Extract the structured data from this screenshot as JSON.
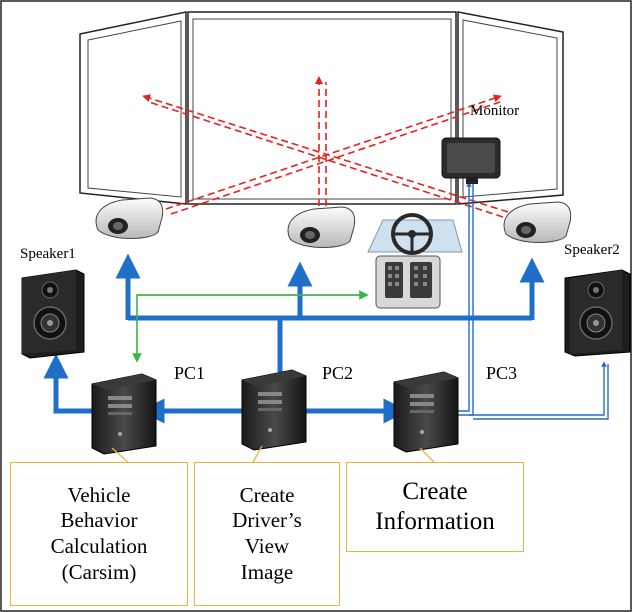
{
  "labels": {
    "monitor": "Monitor",
    "speaker1": "Speaker1",
    "speaker2": "Speaker2",
    "pc1": "PC1",
    "pc2": "PC2",
    "pc3": "PC3"
  },
  "boxes": {
    "pc1": [
      "Vehicle",
      "Behavior",
      "Calculation",
      "(Carsim)"
    ],
    "pc2": [
      "Create",
      "Driver’s",
      "View",
      "Image"
    ],
    "pc3": [
      "Create",
      "Information"
    ]
  },
  "colors": {
    "blue_arrow": "#1f6fc8",
    "green_arrow": "#3cb54a",
    "red_projection": "#e8201e",
    "box_border": "#e8b63a"
  }
}
